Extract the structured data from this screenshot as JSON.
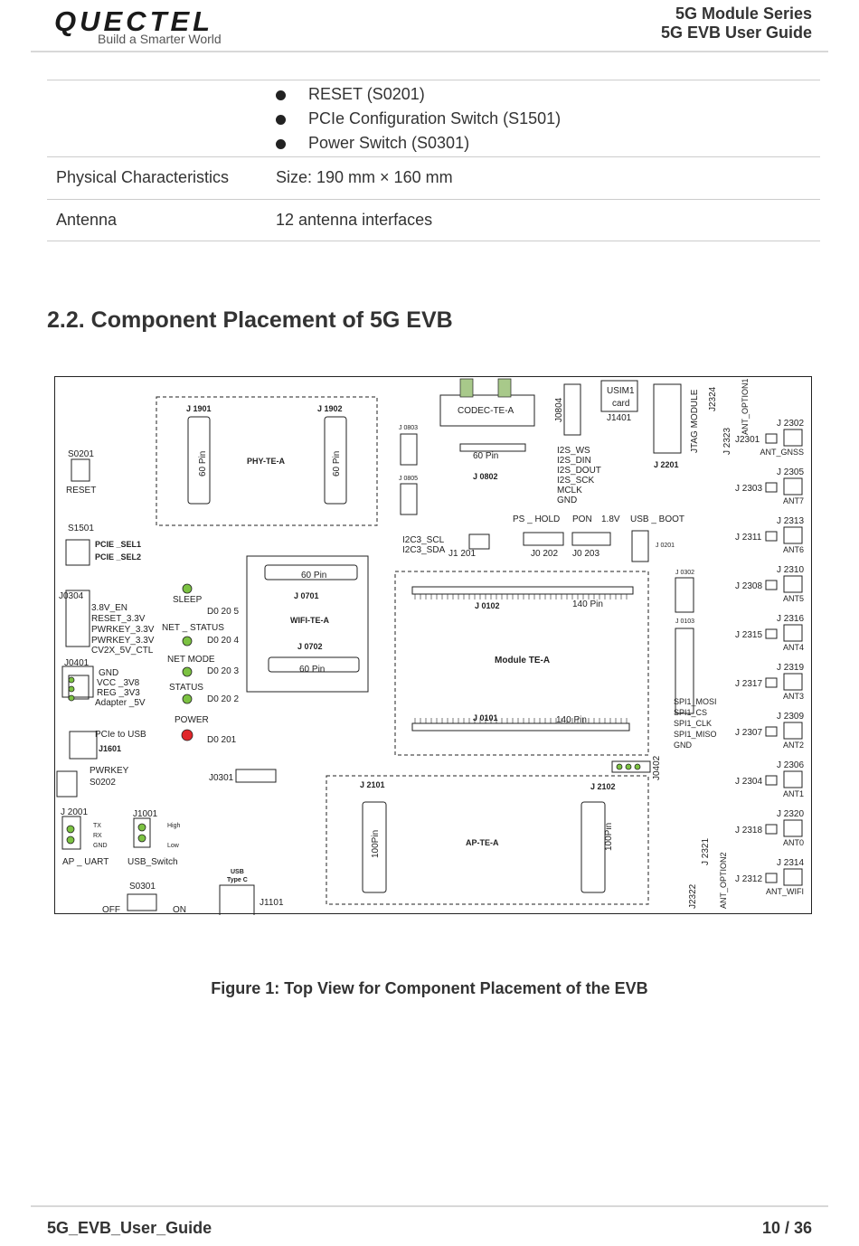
{
  "header": {
    "logo_text": "QUECTEL",
    "logo_tagline": "Build a Smarter World",
    "series": "5G Module Series",
    "guide": "5G EVB User Guide"
  },
  "table": {
    "bullets": [
      "RESET (S0201)",
      "PCIe Configuration Switch (S1501)",
      "Power Switch (S0301)"
    ],
    "rows": [
      {
        "label": "Physical Characteristics",
        "value": "Size: 190 mm × 160 mm"
      },
      {
        "label": "Antenna",
        "value": "12 antenna interfaces"
      }
    ]
  },
  "section_title": "2.2. Component Placement of 5G EVB",
  "board": {
    "labels": {
      "j1901": "J 1901",
      "j1902": "J 1902",
      "pin60a": "60 Pin",
      "pin60b": "60 Pin",
      "phy": "PHY-TE-A",
      "codec": "CODEC-TE-A",
      "j0803": "J 0803",
      "j0805": "J 0805",
      "pin60c": "60 Pin",
      "j0802": "J 0802",
      "j0804": "J0804",
      "usim1": "USIM1",
      "card": "card",
      "j1401": "J1401",
      "jtag": "JTAG MODULE",
      "j2201": "J 2201",
      "j2324": "J2324",
      "j2323": "J 2323",
      "antopt1": "ANT_OPTION1",
      "i2s_ws": "I2S_WS",
      "i2s_din": "I2S_DIN",
      "i2s_dout": "I2S_DOUT",
      "i2s_sck": "I2S_SCK",
      "mclk": "MCLK",
      "gnd1": "GND",
      "s0201": "S0201",
      "reset": "RESET",
      "s1501": "S1501",
      "pcie_sel1": "PCIE _SEL1",
      "pcie_sel2": "PCIE _SEL2",
      "pin60d": "60 Pin",
      "j0701": "J 0701",
      "wifi": "WIFI-TE-A",
      "j0702": "J 0702",
      "pin60e": "60 Pin",
      "i2c3_scl": "I2C3_SCL",
      "i2c3_sda": "I2C3_SDA",
      "j1201": "J1 201",
      "ps_hold": "PS _ HOLD",
      "pon": "PON",
      "v18": "1.8V",
      "usb_boot": "USB _ BOOT",
      "j0202": "J0 202",
      "j0203": "J0 203",
      "j0201": "J 0201",
      "j0304": "J0304",
      "v38en": "3.8V_EN",
      "reset33": "RESET_3.3V",
      "pwrkey33a": "PWRKEY_3.3V",
      "pwrkey33b": "PWRKEY_3.3V",
      "cv2x": "CV2X_5V_CTL",
      "sleep": "SLEEP",
      "d0205": "D0 20 5",
      "net_status": "NET _ STATUS",
      "d0204": "D0 20 4",
      "net_mode": "NET    MODE",
      "d0203": "D0 20 3",
      "status": "STATUS",
      "d0202": "D0 20 2",
      "power": "POWER",
      "d0201": "D0 201",
      "j0401": "J0401",
      "gnd2": "GND",
      "vcc3v8": "VCC _3V8",
      "reg3v3": "REG _3V3",
      "adapter": "Adapter _5V",
      "pcie_usb": "PCIe to USB",
      "j1601": "J1601",
      "pwrkey": "PWRKEY",
      "s0202": "S0202",
      "j0301": "J0301",
      "j0102": "J 0102",
      "pin140a": "140 Pin",
      "module": "Module TE-A",
      "j0101": "J 0101",
      "pin140b": "140 Pin",
      "j0302": "J 0302",
      "j0103": "J 0103",
      "spi_mosi": "SPI1_MOSI",
      "spi_cs": "SPI1_CS",
      "spi_clk": "SPI1_CLK",
      "spi_miso": "SPI1_MISO",
      "gnd3": "GND",
      "j0402": "J0402",
      "j2001": "J 2001",
      "tx": "TX",
      "rx": "RX",
      "gnd4": "GND",
      "ap_uart": "AP _ UART",
      "j1001": "J1001",
      "high": "High",
      "low": "Low",
      "usb_switch": "USB_Switch",
      "s0301": "S0301",
      "off": "OFF",
      "on": "ON",
      "usb": "USB",
      "typec": "Type C",
      "j1101": "J1101",
      "j2101": "J 2101",
      "j2102": "J 2102",
      "pin100a": "100Pin",
      "pin100b": "100Pin",
      "ap": "AP-TE-A",
      "j2321": "J 2321",
      "j2322": "J2322",
      "antopt2": "ANT_OPTION2"
    },
    "antennas": [
      {
        "j": "J 2302",
        "sub": "J2301",
        "ant": "ANT_GNSS"
      },
      {
        "j": "J 2305",
        "sub": "J 2303",
        "ant": "ANT7"
      },
      {
        "j": "J 2313",
        "sub": "J 2311",
        "ant": "ANT6"
      },
      {
        "j": "J 2310",
        "sub": "J 2308",
        "ant": "ANT5"
      },
      {
        "j": "J 2316",
        "sub": "J 2315",
        "ant": "ANT4"
      },
      {
        "j": "J 2319",
        "sub": "J 2317",
        "ant": "ANT3"
      },
      {
        "j": "J 2309",
        "sub": "J 2307",
        "ant": "ANT2"
      },
      {
        "j": "J 2306",
        "sub": "J 2304",
        "ant": "ANT1"
      },
      {
        "j": "J 2320",
        "sub": "J 2318",
        "ant": "ANT0"
      },
      {
        "j": "J 2314",
        "sub": "J 2312",
        "ant": "ANT_WIFI"
      }
    ]
  },
  "caption": "Figure 1: Top View for Component Placement of the EVB",
  "footer": {
    "doc": "5G_EVB_User_Guide",
    "page": "10 / 36"
  },
  "colors": {
    "led_green": "#7cc242",
    "led_red": "#e0262a",
    "connector": "#a8c98a"
  }
}
